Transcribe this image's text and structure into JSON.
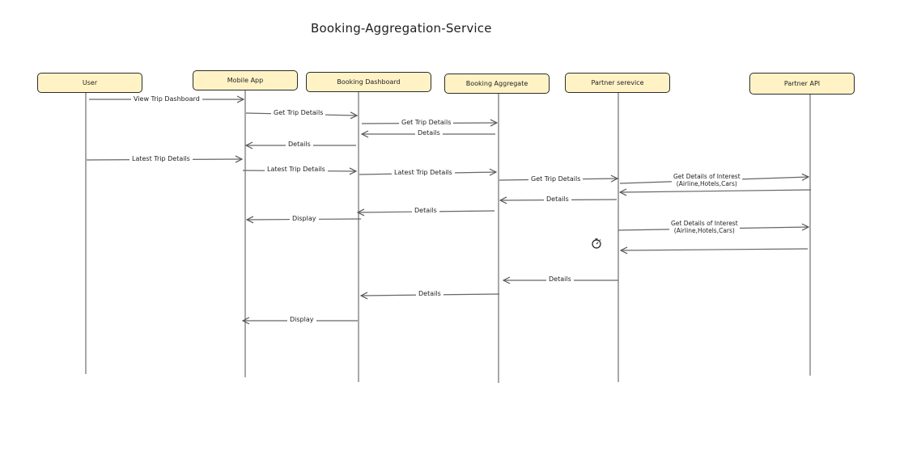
{
  "title": "Booking-Aggregation-Service",
  "actors": [
    {
      "id": "user",
      "label": "User"
    },
    {
      "id": "mobile",
      "label": "Mobile App"
    },
    {
      "id": "dashboard",
      "label": "Booking Dashboard"
    },
    {
      "id": "aggregate",
      "label": "Booking Aggregate"
    },
    {
      "id": "partnersvc",
      "label": "Partner serevice"
    },
    {
      "id": "partnerapi",
      "label": "Partner API"
    }
  ],
  "messages": [
    {
      "label": "View Trip Dashboard"
    },
    {
      "label": "Get Trip Details"
    },
    {
      "label": "Get Trip Details"
    },
    {
      "label": "Details"
    },
    {
      "label": "Details"
    },
    {
      "label": "Latest Trip Details"
    },
    {
      "label": "Latest Trip Details"
    },
    {
      "label": "Latest Trip Details"
    },
    {
      "label": "Get Trip Details"
    },
    {
      "label": "Get Details of Interest",
      "sublabel": "(Airline,Hotels,Cars)"
    },
    {
      "label": ""
    },
    {
      "label": "Details"
    },
    {
      "label": "Details"
    },
    {
      "label": "Display"
    },
    {
      "label": "Get Details of Interest",
      "sublabel": "(Airline,Hotels,Cars)"
    },
    {
      "label": ""
    },
    {
      "label": "Details"
    },
    {
      "label": "Details"
    },
    {
      "label": "Display"
    }
  ],
  "icons": {
    "timer": "stopwatch-icon"
  }
}
